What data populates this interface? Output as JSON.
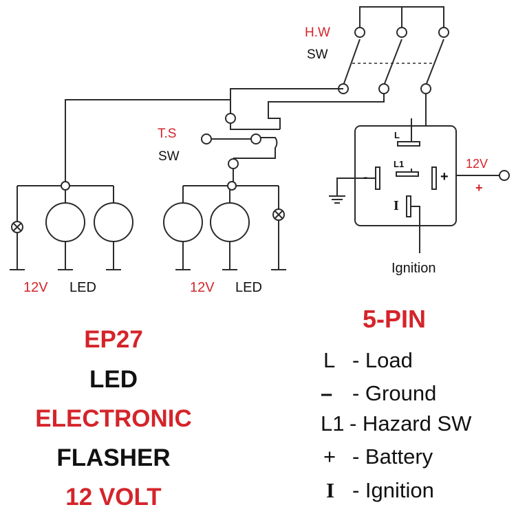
{
  "diagram": {
    "hw_switch_label": [
      "H.W",
      "SW"
    ],
    "ts_switch_label": [
      "T.S",
      "SW"
    ],
    "pin_labels": {
      "load": "L",
      "hazard": "L1",
      "ground": "-",
      "battery": "+",
      "ignition": "I"
    },
    "supply_label": [
      "12V",
      "+"
    ],
    "ignition_label": "Ignition",
    "left_group_label": [
      "12V",
      "LED"
    ],
    "right_group_label": [
      "12V",
      "LED"
    ]
  },
  "product": {
    "lines": [
      "EP27",
      "LED",
      "ELECTRONIC",
      "FLASHER",
      "12 VOLT"
    ]
  },
  "pinout": {
    "title": "5-PIN",
    "items": [
      {
        "symbol": "L",
        "desc": "- Load"
      },
      {
        "symbol": "–",
        "desc": "- Ground"
      },
      {
        "symbol": "L1",
        "desc": "- Hazard SW"
      },
      {
        "symbol": "+",
        "desc": "- Battery"
      },
      {
        "symbol": "I",
        "desc": "- Ignition"
      }
    ]
  },
  "colors": {
    "accent_red": "#d4242a",
    "text_black": "#111111",
    "wire": "#2a2a2a"
  }
}
